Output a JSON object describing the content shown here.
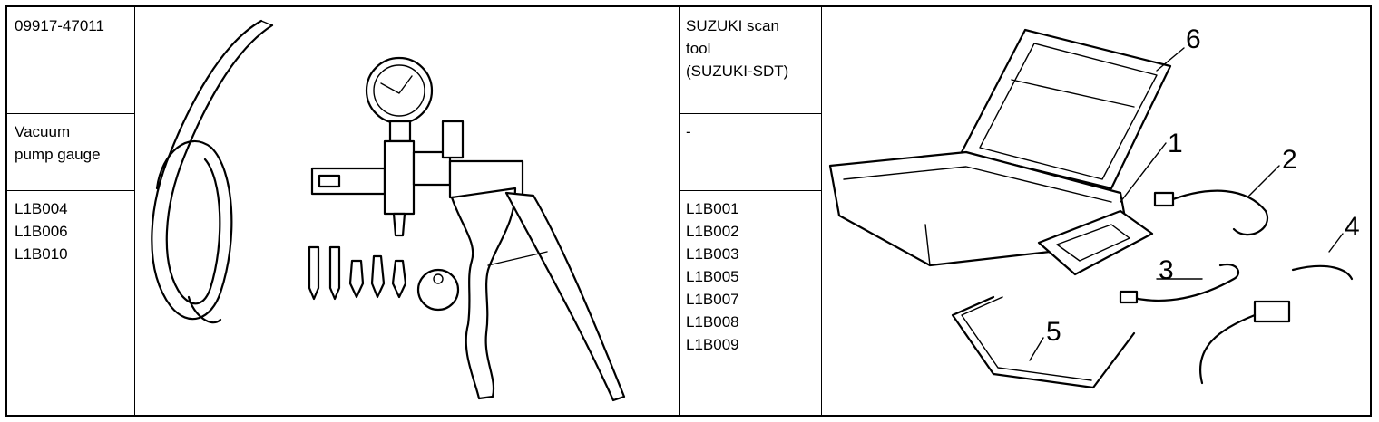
{
  "tool_1": {
    "part_number": "09917-47011",
    "name_lines": [
      "Vacuum",
      "pump gauge"
    ],
    "codes": [
      "L1B004",
      "L1B006",
      "L1B010"
    ],
    "illustration_icon": "vacuum-pump-gauge-drawing"
  },
  "tool_2": {
    "name_lines": [
      "SUZUKI scan",
      "tool",
      "(SUZUKI-SDT)"
    ],
    "part_number": "-",
    "codes": [
      "L1B001",
      "L1B002",
      "L1B003",
      "L1B005",
      "L1B007",
      "L1B008",
      "L1B009"
    ],
    "illustration_icon": "scan-tool-kit-drawing",
    "callouts": [
      "1",
      "2",
      "3",
      "4",
      "5",
      "6"
    ]
  }
}
